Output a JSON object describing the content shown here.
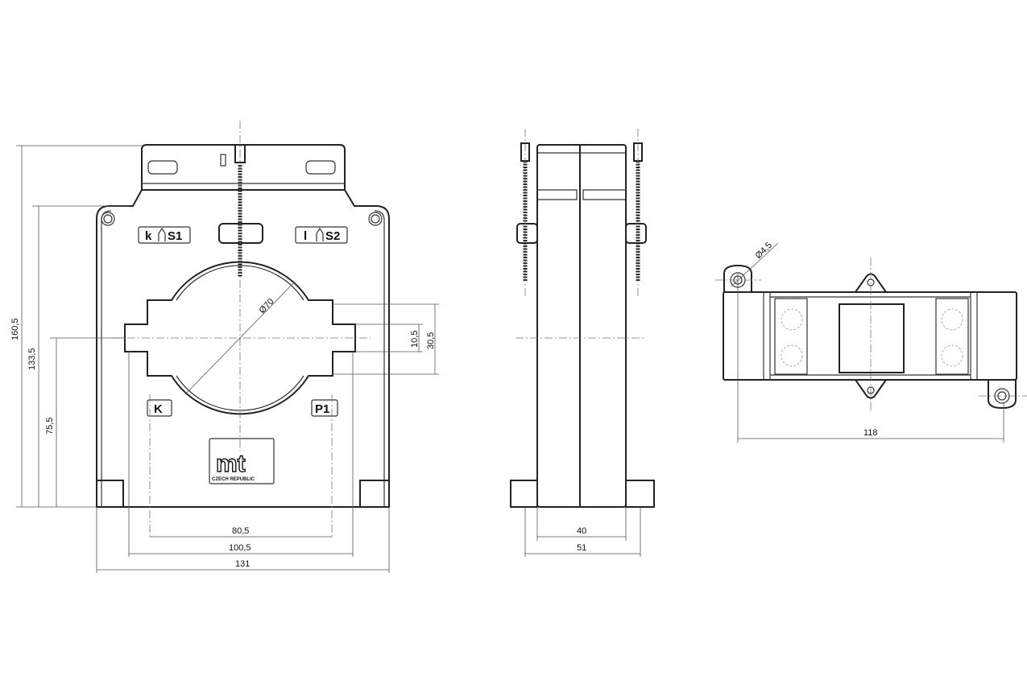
{
  "front_view": {
    "dimensions": {
      "height_total": "160,5",
      "height_body": "133,5",
      "height_center": "75,5",
      "width_inner": "80,5",
      "width_window": "100,5",
      "width_total": "131",
      "window_diameter": "Ø70",
      "slot_height": "10,5",
      "step_height": "30,5"
    },
    "markings": {
      "secondary_left": [
        "k",
        "S1"
      ],
      "secondary_right": [
        "l",
        "S2"
      ],
      "primary_left": "K",
      "primary_right": "P1"
    },
    "logo": {
      "text": "mt",
      "subtitle": "CZECH REPUBLIC"
    }
  },
  "side_view": {
    "dimensions": {
      "depth_body": "40",
      "depth_total": "51"
    }
  },
  "top_view": {
    "dimensions": {
      "mount_spacing": "118",
      "hole_diameter": "Ø4,5"
    }
  }
}
